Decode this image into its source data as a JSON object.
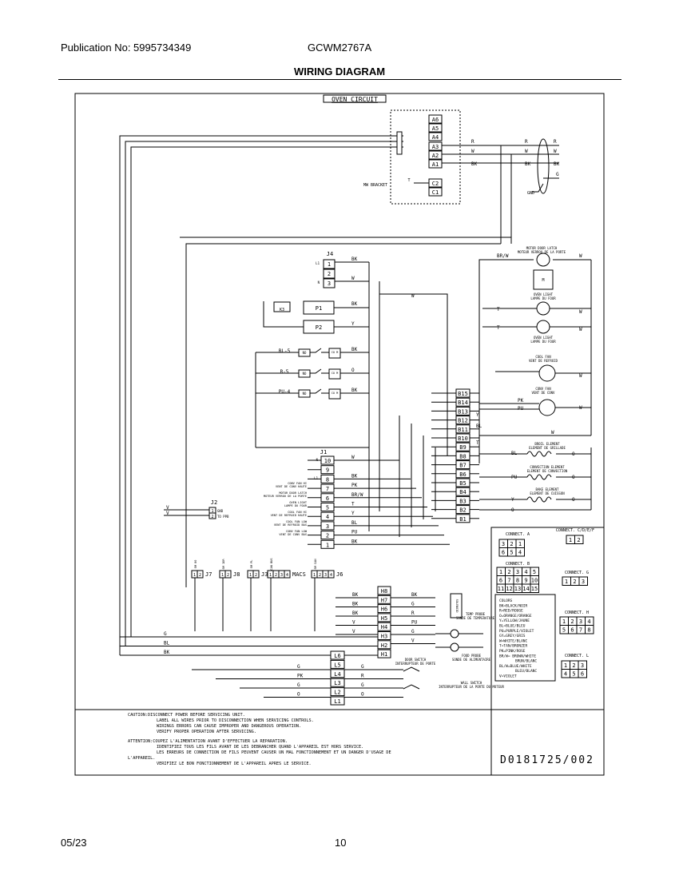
{
  "header": {
    "publication": "Publication No: 5995734349",
    "model": "GCWM2767A"
  },
  "page_title": "WIRING DIAGRAM",
  "footer": {
    "date": "05/23",
    "page": "10"
  },
  "diagram": {
    "title": "OVEN CIRCUIT",
    "top_block": {
      "pins": [
        "A6",
        "A5",
        "A4",
        "A3",
        "A2",
        "A1"
      ],
      "lower": [
        "C2",
        "C1"
      ],
      "mw_bracket": "MW BRACKET",
      "t": "T"
    },
    "supply": {
      "r": "R",
      "w": "W",
      "bk": "BK",
      "g": "G",
      "gnd": "GND"
    },
    "j4": {
      "name": "J4",
      "pins": [
        "1",
        "2",
        "3"
      ],
      "side": [
        "L1",
        "",
        "N"
      ],
      "wires": [
        "BK",
        "W"
      ]
    },
    "relays": {
      "p1": "P1",
      "p2": "P2",
      "k3": "K3",
      "bk": "BK",
      "y": "Y",
      "w": "W"
    },
    "rl": [
      {
        "name": "BL-5",
        "wire": "BK"
      },
      {
        "name": "R-5",
        "wire": "O"
      },
      {
        "name": "PU-4",
        "wire": "BK"
      }
    ],
    "relay_box": {
      "no": "NO",
      "com": "CO M"
    },
    "j1": {
      "name": "J1",
      "pins": [
        "10",
        "9",
        "8",
        "7",
        "6",
        "5",
        "4",
        "3",
        "2",
        "1"
      ],
      "wires": [
        "W",
        "",
        "BK",
        "PK",
        "BR/W",
        "T",
        "Y",
        "BL",
        "PU",
        "BK"
      ],
      "side": [
        "N",
        "",
        "L1"
      ]
    },
    "j1_labels": [
      "CONV FAN HI / VENT DE CONV HAUTE",
      "MOTOR DOOR LATCH / MOTEUR VERROU DE LA PORTE",
      "OVEN LIGHT / LAMPE DU FOUR",
      "COOL FAN HI / VENT DE REFROID HAUTE",
      "COOL FAN LOW / VENT DE REFROID BAS",
      "CONV FAN LOW / VENT DE CONV BAS"
    ],
    "j2": {
      "name": "J2",
      "pins": [
        "1",
        "2"
      ],
      "pin_labels": [
        "GND",
        "TO PPB"
      ],
      "wires": [
        "V",
        "V"
      ]
    },
    "connectors_row": [
      {
        "name": "J7",
        "pins": [
          "1",
          "2"
        ],
        "caption": "SM 80"
      },
      {
        "name": "J8",
        "pins": [
          "1",
          "2"
        ],
        "caption": "SM 1DR"
      },
      {
        "name": "J3",
        "pins": [
          "1",
          "2"
        ],
        "caption": "SM PL"
      },
      {
        "name": "MACS",
        "pins": [
          "1",
          "2",
          "3",
          "4"
        ],
        "caption": "CAN BUS"
      },
      {
        "name": "J6",
        "pins": [
          "1",
          "2",
          "3",
          "4"
        ],
        "caption": "SM CAN"
      }
    ],
    "b_block": {
      "pins": [
        "B15",
        "B14",
        "B13",
        "B12",
        "B11",
        "B10",
        "B9",
        "B8",
        "B7",
        "B6",
        "B5",
        "B4",
        "B3",
        "B2",
        "B1"
      ]
    },
    "b_wires": {
      "y": "Y",
      "bl": "BL",
      "t": "T",
      "w": "W"
    },
    "right_loads": {
      "motor_latch": "MOTOR DOOR LATCH / MOTEUR VERROU DE LA PORTE",
      "oven_light1": "OVEN LIGHT / LAMPE DU FOUR",
      "oven_light2": "OVEN LIGHT / LAMPE DU FOUR",
      "cool_fan": "COOL FAN / VENT DE REFROID",
      "conv_fan": "CONV FAN / VENT DE CONV",
      "broil": "BROIL ELEMENT / ELEMENT DE GRILLADE",
      "conv_el": "CONVECTION ELEMENT / ELEMENT DE CONVECTION",
      "bake": "BAKE ELEMENT / ELEMENT DE CUISSON"
    },
    "right_wires": {
      "brw": "BR/W",
      "w": "W",
      "t": "T",
      "pk": "PK",
      "pu": "PU",
      "bl": "BL",
      "o": "O",
      "y": "Y",
      "g": "G"
    },
    "h_block": {
      "pins": [
        "H8",
        "H7",
        "H6",
        "H5",
        "H4",
        "H3",
        "H2",
        "H1"
      ],
      "left": [
        "BK",
        "BK",
        "BK",
        "V",
        "V"
      ],
      "right": [
        "BK",
        "G",
        "R",
        "PU",
        "G",
        "V"
      ]
    },
    "solenoid": "SOLENOID / SOLENOÏDE",
    "temp_probe": "TEMP PROBE / SONDE DE TEMPERATURE",
    "door_switch": "DOOR SWITCH / INTERRUPTEUR DE PORTE",
    "food_probe": "FOOD PROBE / SONDE DE ALIMENTAIRE",
    "wall_switch": "WALL SWITCH / INTERRUPTEUR DE LA PORTE DU MOTEUR",
    "l_block": {
      "pins": [
        "L6",
        "L5",
        "L4",
        "L3",
        "L2",
        "L1"
      ],
      "left": [
        "G",
        "PK",
        "G",
        "O"
      ],
      "right": [
        "G",
        "R",
        "G",
        "O"
      ]
    },
    "left_wires": [
      "G",
      "BL",
      "BK"
    ],
    "connect_a": {
      "title": "CONNECT. A",
      "rows": [
        [
          "3",
          "2",
          "1"
        ],
        [
          "6",
          "5",
          "4"
        ]
      ]
    },
    "connect_cdef": {
      "title": "CONNECT. C/D/E/F",
      "rows": [
        [
          "1",
          "2"
        ]
      ]
    },
    "connect_b": {
      "title": "CONNECT. B",
      "rows": [
        [
          "1",
          "2",
          "3",
          "4",
          "5"
        ],
        [
          "6",
          "7",
          "8",
          "9",
          "10"
        ],
        [
          "11",
          "12",
          "13",
          "14",
          "15"
        ]
      ]
    },
    "connect_g": {
      "title": "CONNECT. G",
      "rows": [
        [
          "1",
          "2",
          "3"
        ]
      ]
    },
    "connect_h": {
      "title": "CONNECT. H",
      "rows": [
        [
          "1",
          "2",
          "3",
          "4"
        ],
        [
          "5",
          "6",
          "7",
          "8"
        ]
      ]
    },
    "connect_l": {
      "title": "CONNECT. L",
      "rows": [
        [
          "1",
          "2",
          "3"
        ],
        [
          "4",
          "5",
          "6"
        ]
      ]
    },
    "colors": [
      "COLORS",
      "BK=BLACK/NOIR",
      "R=RED/ROUGE",
      "O=ORANGE/ORANGE",
      "Y=YELLOW/JAUNE",
      "BL=BLUE/BLEU",
      "PU=PURPLE/VIOLET",
      "GY=GREY/GRIS",
      "W=WHITE/BLANC",
      "T=TAN/BRONZER",
      "PK=PINK/ROSE",
      "BR/W= BROWN/WHITE",
      "BRUN/BLANC",
      "BL/W=BLUE/WHITE",
      "BLEU/BLANC",
      "V=VIOLET"
    ],
    "caution": [
      "CAUTION:DISCONNECT POWER BEFORE SERVICING UNIT.",
      "LABEL ALL WIRES PRIOR TO DISCONNECTION WHEN SERVICING CONTROLS.",
      "WIRINGS ERRORS CAN CAUSE IMPROPER AND DANGEROUS OPERATION.",
      "VERIFY PROPER OPERATION AFTER SERVICING.",
      "ATTENTION:COUPEZ L'ALIMENTATION AVANT D'EFFECTUER LA REPARATION.",
      "IDENTIFIEZ TOUS LES FILS AVANT DE LES DEBRANCHER QUAND L'APPAREIL EST HORS SERVICE.",
      "LES ERREURS DE CONNECTION DE FILS PEUVENT CAUSER UN MAL FONCTIONNEMENT ET UN DANGER D'USAGE DE",
      "L'APPAREIL.",
      "VERIFIEZ LE BON FONCTIONNEMENT DE L'APPAREIL APRES LE SERVICE."
    ],
    "doc_number": "D0181725/002"
  }
}
